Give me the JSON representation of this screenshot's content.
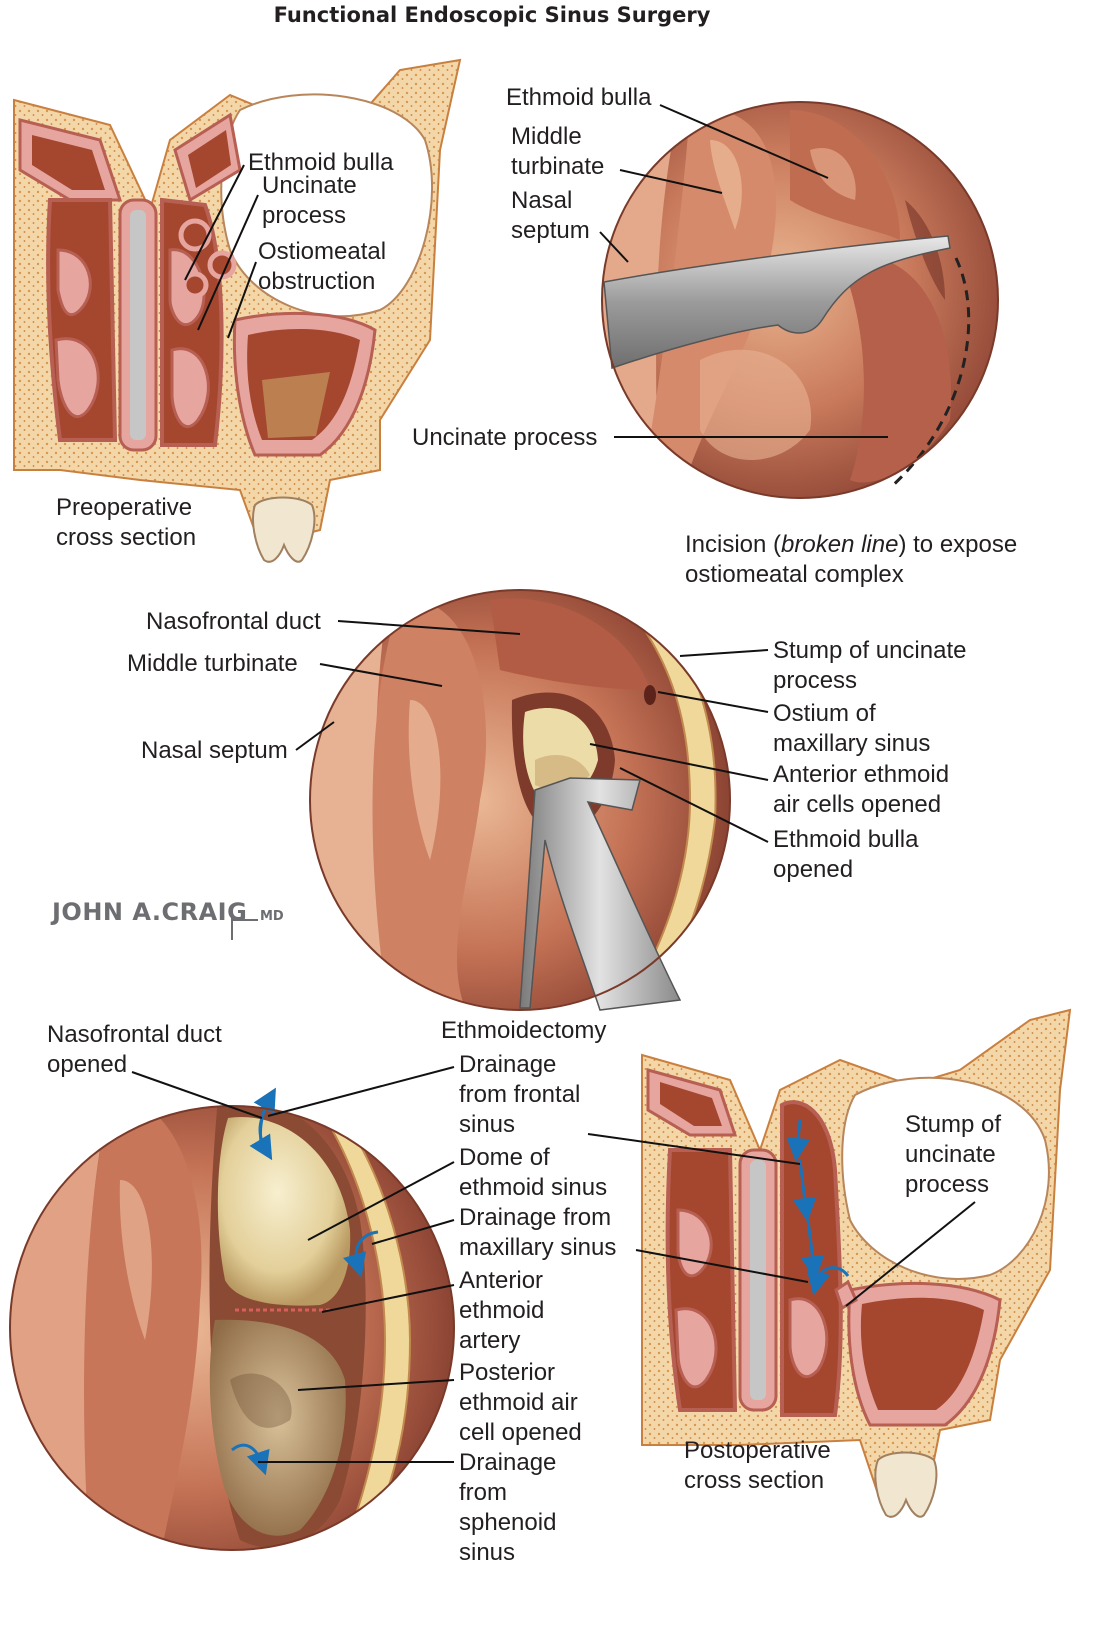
{
  "title": "Functional Endoscopic Sinus Surgery",
  "colors": {
    "bone": "#f3d7a8",
    "bone_dots": "#d9974f",
    "mucosa": "#e7a5a0",
    "mucosa_dark": "#b75f52",
    "cavity": "#a5472f",
    "tissue": "#c9795c",
    "tissue_light": "#e6b08f",
    "opened_sinus": "#eadfb0",
    "instrument": "#b4b4b4",
    "arrow": "#1a73b8",
    "signature": "#6d6e71"
  },
  "panels": {
    "preop": {
      "caption_lines": [
        "Preoperative",
        "cross section"
      ],
      "labels": {
        "ethmoid_bulla": "Ethmoid bulla",
        "uncinate": [
          "Uncinate",
          "process"
        ],
        "obstruction": [
          "Ostiomeatal",
          "obstruction"
        ]
      }
    },
    "endoscope_1": {
      "labels": {
        "ethmoid_bulla": "Ethmoid bulla",
        "middle_turbinate": [
          "Middle",
          "turbinate"
        ],
        "nasal_septum": [
          "Nasal",
          "septum"
        ],
        "uncinate_process": "Uncinate process"
      },
      "caption": {
        "line1_before": "Incision (",
        "line1_italic": "broken line",
        "line1_after": ") to expose",
        "line2": "ostiomeatal complex"
      }
    },
    "endoscope_2": {
      "labels": {
        "nasofrontal_duct": "Nasofrontal duct",
        "middle_turbinate": "Middle turbinate",
        "nasal_septum": "Nasal septum",
        "stump": [
          "Stump of uncinate",
          "process"
        ],
        "ostium": [
          "Ostium of",
          "maxillary sinus"
        ],
        "anterior_cells": [
          "Anterior ethmoid",
          "air cells opened"
        ],
        "bulla_opened": [
          "Ethmoid bulla",
          "opened"
        ]
      }
    },
    "endoscope_3": {
      "labels": {
        "nasofrontal_opened": [
          "Nasofrontal duct",
          "opened"
        ],
        "ethmoidectomy": "Ethmoidectomy",
        "drainage_frontal": [
          "Drainage",
          "from frontal",
          "sinus"
        ],
        "dome": [
          "Dome of",
          "ethmoid sinus"
        ],
        "drainage_maxillary": [
          "Drainage from",
          "maxillary sinus"
        ],
        "anterior_artery": [
          "Anterior",
          "ethmoid",
          "artery"
        ],
        "posterior_cell": [
          "Posterior",
          "ethmoid air",
          "cell opened"
        ],
        "drainage_sphenoid": [
          "Drainage",
          "from",
          "sphenoid",
          "sinus"
        ]
      }
    },
    "postop": {
      "caption_lines": [
        "Postoperative",
        "cross section"
      ],
      "labels": {
        "stump": [
          "Stump of",
          "uncinate",
          "process"
        ]
      }
    }
  },
  "signature": {
    "name": "JOHN A.CRAIG",
    "suffix": "MD"
  }
}
